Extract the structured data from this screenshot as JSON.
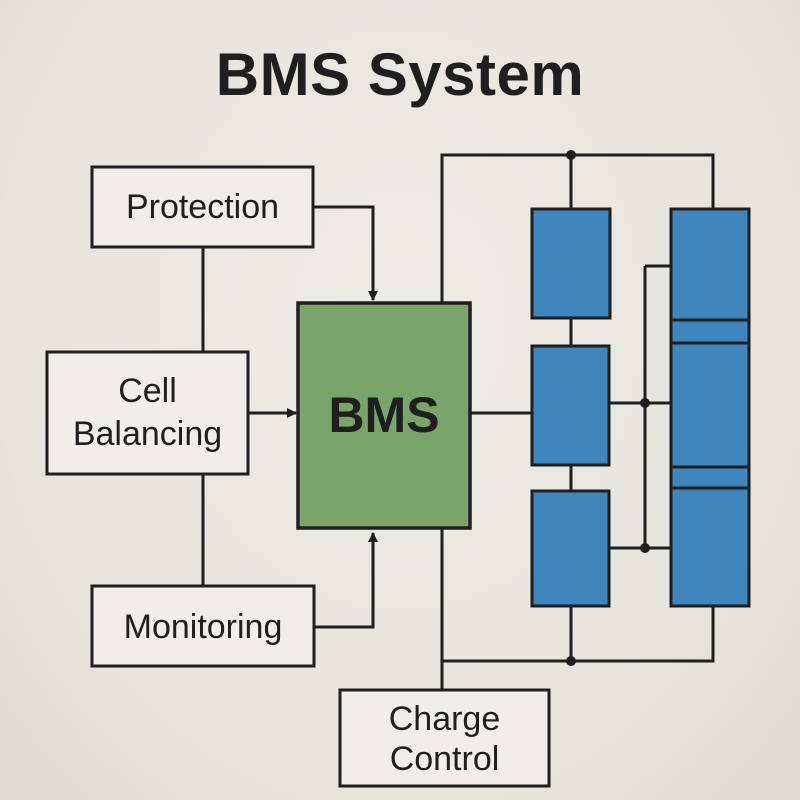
{
  "title": "BMS System",
  "nodes": {
    "protection": "Protection",
    "cell_balancing": [
      "Cell",
      "Balancing"
    ],
    "monitoring": "Monitoring",
    "bms": "BMS",
    "charge_control": [
      "Charge",
      "Control"
    ]
  },
  "colors": {
    "background": "#e9e5df",
    "line": "#1f1f1f",
    "bms_fill": "#79a56a",
    "cell_fill": "#3f86bf",
    "box_fill": "#f1eee9"
  }
}
